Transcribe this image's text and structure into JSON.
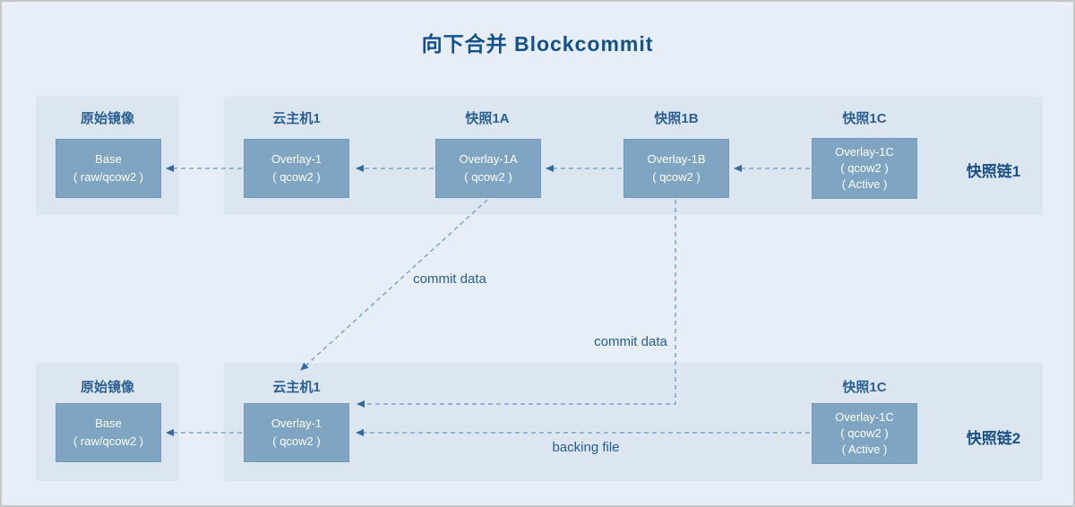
{
  "title": "向下合并 Blockcommit",
  "chain1": {
    "chain_label": "快照链1",
    "source": {
      "panel_label": "原始镜像",
      "line1": "Base",
      "line2": "( raw/qcow2 )"
    },
    "node1": {
      "label": "云主机1",
      "line1": "Overlay-1",
      "line2": "( qcow2 )"
    },
    "node2": {
      "label": "快照1A",
      "line1": "Overlay-1A",
      "line2": "( qcow2 )"
    },
    "node3": {
      "label": "快照1B",
      "line1": "Overlay-1B",
      "line2": "( qcow2 )"
    },
    "node4": {
      "label": "快照1C",
      "line1": "Overlay-1C",
      "line2": "( qcow2 )",
      "line3": "( Active )"
    }
  },
  "chain2": {
    "chain_label": "快照链2",
    "source": {
      "panel_label": "原始镜像",
      "line1": "Base",
      "line2": "( raw/qcow2 )"
    },
    "node1": {
      "label": "云主机1",
      "line1": "Overlay-1",
      "line2": "( qcow2 )"
    },
    "node4": {
      "label": "快照1C",
      "line1": "Overlay-1C",
      "line2": "( qcow2 )",
      "line3": "( Active )"
    }
  },
  "annotations": {
    "commit_data_1": "commit data",
    "commit_data_2": "commit data",
    "backing_file": "backing file"
  },
  "colors": {
    "background": "#e8eef8",
    "panel": "#dce6f1",
    "node_fill": "#7fa5c3",
    "node_text": "#ffffff",
    "label_text": "#2b5f94",
    "title_text": "#11518e",
    "chain_label_text": "#1b4f85",
    "arrow_line": "#7da4cb",
    "arrow_head": "#38699c",
    "border": "#c5c6c8"
  }
}
